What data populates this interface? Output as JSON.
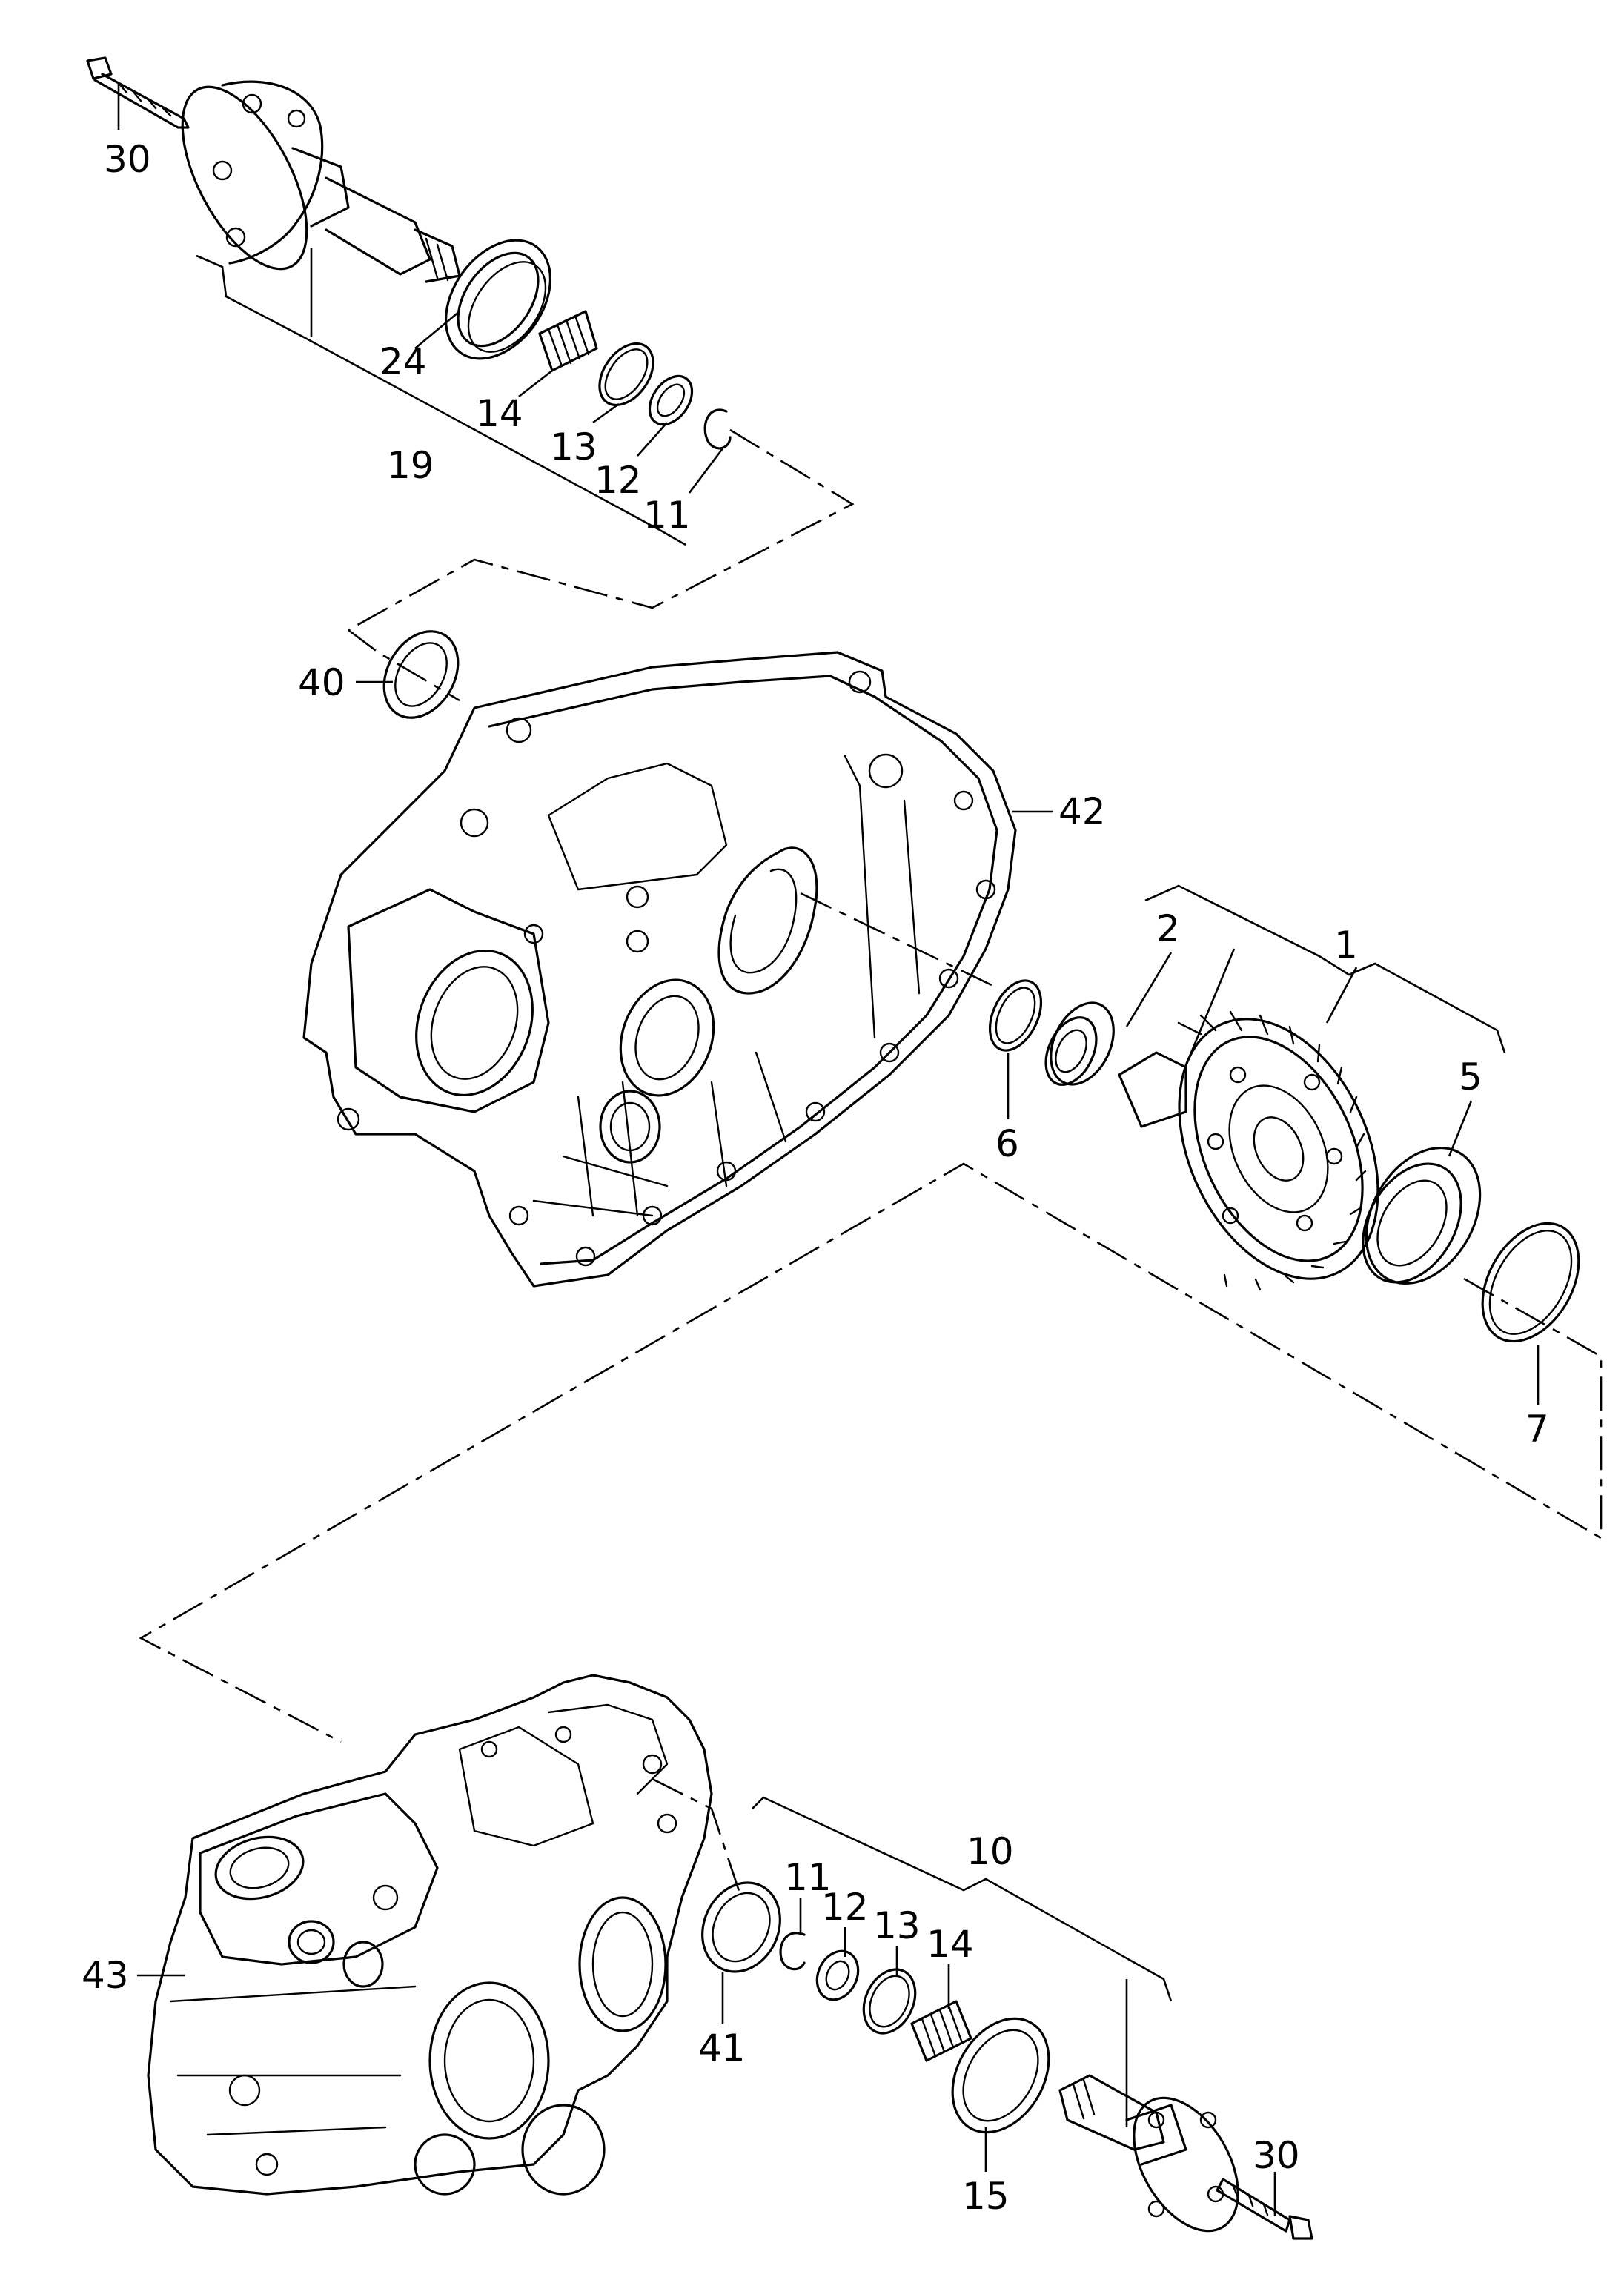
{
  "colors": {
    "line": "#000000",
    "background": "#ffffff"
  },
  "callouts": {
    "c30a": "30",
    "c24": "24",
    "c14a": "14",
    "c13a": "13",
    "c19": "19",
    "c12a": "12",
    "c11a": "11",
    "c40": "40",
    "c42": "42",
    "c2": "2",
    "c1": "1",
    "c5": "5",
    "c6": "6",
    "c7": "7",
    "c11b": "11",
    "c12b": "12",
    "c13b": "13",
    "c10": "10",
    "c14b": "14",
    "c43": "43",
    "c41": "41",
    "c15": "15",
    "c30b": "30"
  }
}
